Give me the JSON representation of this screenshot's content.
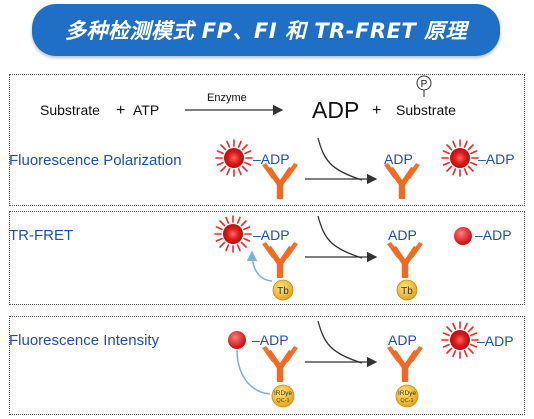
{
  "title": "多种检测模式 FP、FI 和 TR-FRET 原理",
  "reaction": {
    "substrate": "Substrate",
    "plus1": "+",
    "atp": "ATP",
    "enzyme": "Enzyme",
    "adp": "ADP",
    "plus2": "+",
    "product_substrate": "Substrate",
    "phospho_mark": "P"
  },
  "panels": [
    {
      "label": "Fluorescence Polarization",
      "left_adp": "–ADP",
      "center_adp": "ADP",
      "right_adp": "–ADP",
      "label_color": "#1f4fb0"
    },
    {
      "label": "TR-FRET",
      "left_adp": "–ADP",
      "center_adp": "ADP",
      "right_adp": "–ADP",
      "donor_left": "Tb",
      "donor_center": "Tb",
      "label_color": "#1f4fb0"
    },
    {
      "label": "Fluorescence Intensity",
      "left_adp": "–ADP",
      "center_adp": "ADP",
      "right_adp": "–ADP",
      "quencher_left_line1": "IRDye",
      "quencher_left_line2": "QC-1",
      "quencher_center_line1": "IRDye",
      "quencher_center_line2": "QC-1",
      "label_color": "#1f4fb0"
    }
  ],
  "colors": {
    "banner": "#1f6fc6",
    "antibody": "#f26a21",
    "tracer": "#e01b1b",
    "text_blue": "#1f4fb0",
    "donor": "#f5c542",
    "energy_arrow": "#7fb0d8"
  },
  "icons": [
    "starburst-tracer-icon",
    "tracer-dot-icon",
    "antibody-icon",
    "tb-donor-icon",
    "quencher-icon",
    "phosphate-icon"
  ]
}
